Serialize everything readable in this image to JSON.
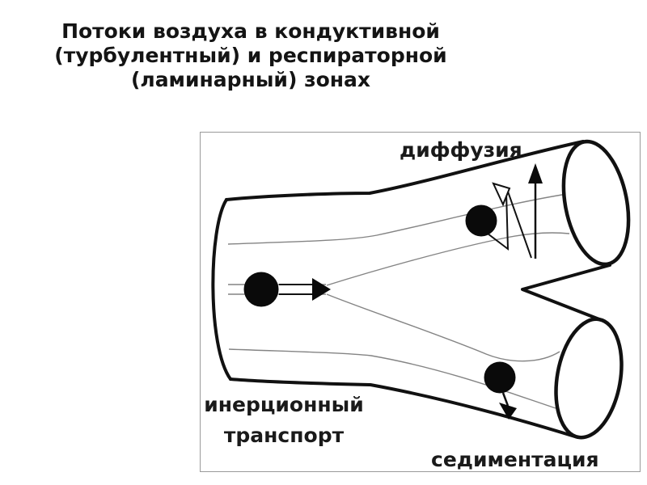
{
  "title": {
    "text": "Потоки воздуха в кондуктивной\n(турбулентный) и респираторной\n(ламинарный) зонах"
  },
  "diagram": {
    "description": "Y-shaped bifurcating airway tube with particles showing deposition mechanisms",
    "labels": {
      "diffusion": "диффузия",
      "inertial_transport": "инерционный\nтранспорт",
      "sedimentation": "седиментация"
    },
    "colors": {
      "outline": "#111111",
      "streamline": "#848484",
      "particle": "#0a0a0a",
      "frame_border": "#9a9a9a",
      "background": "#ffffff"
    }
  }
}
